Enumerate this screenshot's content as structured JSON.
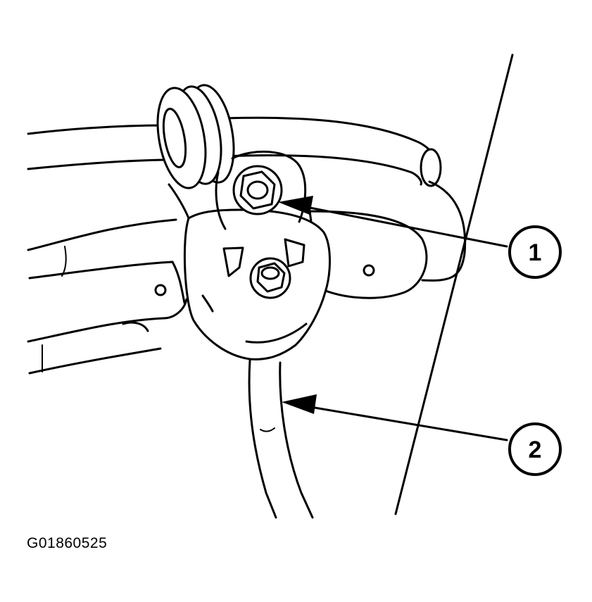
{
  "figure_id": "G01860525",
  "callouts": [
    {
      "number": "1"
    },
    {
      "number": "2"
    }
  ],
  "colors": {
    "line": "#000000",
    "background": "#ffffff"
  }
}
